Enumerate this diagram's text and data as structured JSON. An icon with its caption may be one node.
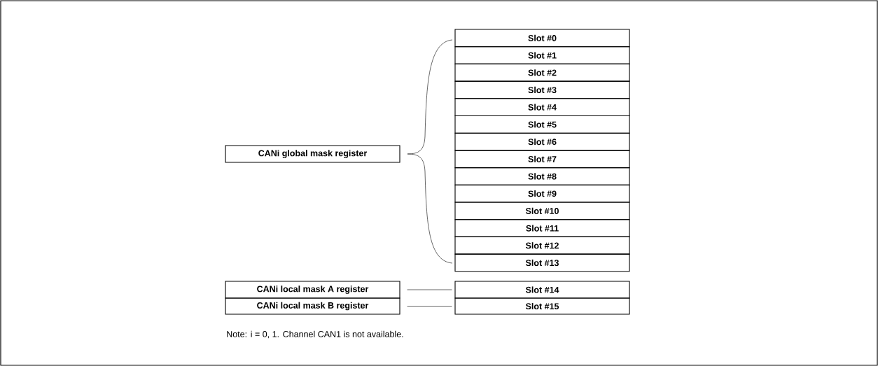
{
  "diagram": {
    "nodes": [
      {
        "text": [
          "CANi global mask register"
        ]
      },
      {
        "text": [
          "CANi local mask A register"
        ]
      },
      {
        "text": [
          "CANi local mask B register"
        ]
      },
      {
        "text": [
          "Slot #0"
        ]
      },
      {
        "text": [
          "Slot #1"
        ]
      },
      {
        "text": [
          "Slot #2"
        ]
      },
      {
        "text": [
          "Slot #3"
        ]
      },
      {
        "text": [
          "Slot #4"
        ]
      },
      {
        "text": [
          "Slot #5"
        ]
      },
      {
        "text": [
          "Slot #6"
        ]
      },
      {
        "text": [
          "Slot #7"
        ]
      },
      {
        "text": [
          "Slot #8"
        ]
      },
      {
        "text": [
          "Slot #9"
        ]
      },
      {
        "text": [
          "Slot #10"
        ]
      },
      {
        "text": [
          "Slot #11"
        ]
      },
      {
        "text": [
          "Slot #12"
        ]
      },
      {
        "text": [
          "Slot #13"
        ]
      },
      {
        "text": [
          "Slot #14"
        ]
      },
      {
        "text": [
          "Slot #15"
        ]
      }
    ],
    "edges": [
      {
        "from": 1,
        "to": 17,
        "arrow": "none"
      },
      {
        "from": 2,
        "to": 18,
        "arrow": "none"
      }
    ],
    "labels": [
      "Note: i = 0, 1. Channel CAN1 is not available."
    ]
  }
}
